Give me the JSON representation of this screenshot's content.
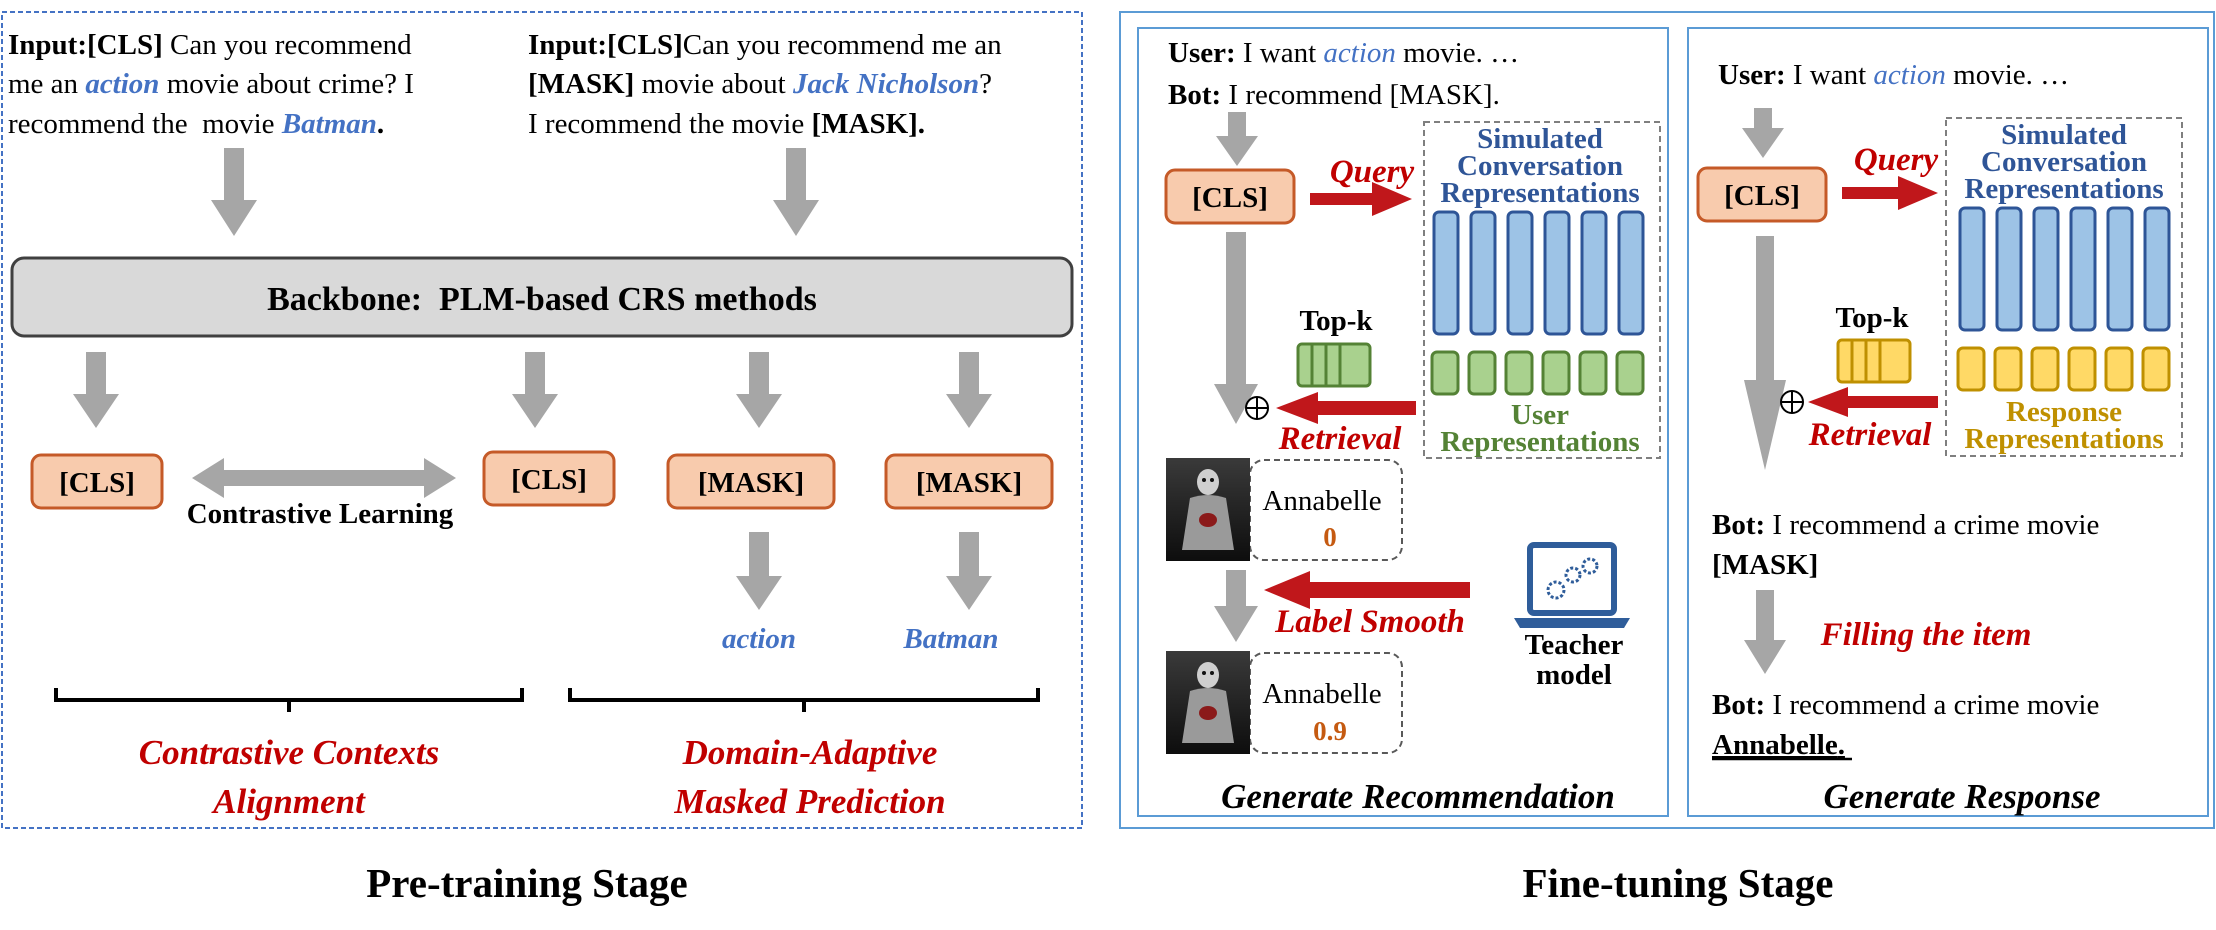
{
  "pretraining": {
    "left_input": {
      "line1_prefix": "Input:",
      "line1_cls": "[CLS]",
      "line1_rest": " Can you recommend",
      "line2_pre": "me an ",
      "line2_action": "action",
      "line2_rest": " movie about crime? I",
      "line3_pre": "recommend the  movie ",
      "line3_item": "Batman",
      "line3_end": "."
    },
    "right_input": {
      "line1_prefix": "Input:",
      "line1_cls": "[CLS]",
      "line1_rest": "Can you recommend me an",
      "line2_mask": "[MASK]",
      "line2_mid": " movie about ",
      "line2_entity": "Jack Nicholson",
      "line2_end": "?",
      "line3_pre": "I recommend the movie ",
      "line3_mask": "[MASK]",
      "line3_end": "."
    },
    "backbone_prefix": "Backbone:",
    "backbone_rest": "PLM-based CRS methods",
    "tokens": [
      "[CLS]",
      "[CLS]",
      "[MASK]",
      "[MASK]"
    ],
    "contrastive_label": "Contrastive Learning",
    "predictions": [
      "action",
      "Batman"
    ],
    "task_left": [
      "Contrastive Contexts",
      "Alignment"
    ],
    "task_right": [
      "Domain-Adaptive",
      "Masked Prediction"
    ],
    "stage_label": "Pre-training Stage"
  },
  "finetuning": {
    "rec": {
      "user_label": "User:",
      "user_pre": " I want ",
      "user_action": "action",
      "user_post": " movie. …",
      "bot_label": "Bot:",
      "bot_text": " I recommend [MASK].",
      "cls": "[CLS]",
      "query": "Query",
      "sim_title": [
        "Simulated",
        "Conversation",
        "Representations"
      ],
      "topk": "Top-k",
      "retrieval": "Retrieval",
      "user_repr": [
        "User",
        "Representations"
      ],
      "movie_name": "Annabelle",
      "score_before": "0",
      "score_after": "0.9",
      "label_smooth": "Label Smooth",
      "teacher": [
        "Teacher",
        "model"
      ],
      "caption": "Generate Recommendation"
    },
    "resp": {
      "user_label": "User:",
      "user_pre": " I want ",
      "user_action": "action",
      "user_post": " movie. …",
      "cls": "[CLS]",
      "query": "Query",
      "sim_title": [
        "Simulated",
        "Conversation",
        "Representations"
      ],
      "topk": "Top-k",
      "retrieval": "Retrieval",
      "resp_repr": [
        "Response",
        "Representations"
      ],
      "bot1_label": "Bot:",
      "bot1_text": " I recommend a crime movie",
      "bot1_mask": "[MASK]",
      "filling": "Filling the item",
      "bot2_label": "Bot:",
      "bot2_text": " I recommend a crime movie",
      "bot2_item": "Annabelle",
      "bot2_end": ".",
      "caption": "Generate Response"
    },
    "stage_label": "Fine-tuning Stage"
  },
  "colors": {
    "token_fill": "#f8cbad",
    "token_stroke": "#c55a28",
    "gray_arrow": "#a6a6a6",
    "red_text": "#c00000",
    "red_arrow": "#c0171b",
    "blue_text": "#4472c4",
    "title_blue": "#2f5597",
    "bar_blue_fill": "#9dc3e6",
    "bar_blue_stroke": "#2e5597",
    "bar_green_fill": "#a9d18e",
    "bar_green_stroke": "#548235",
    "green_text": "#548235",
    "bar_yellow_fill": "#ffd966",
    "bar_yellow_stroke": "#bf9000",
    "yellow_text": "#bf9000",
    "panel_border": "#5b9bd5",
    "orange_score": "#c55a11",
    "laptop_blue": "#2f5d9a"
  }
}
